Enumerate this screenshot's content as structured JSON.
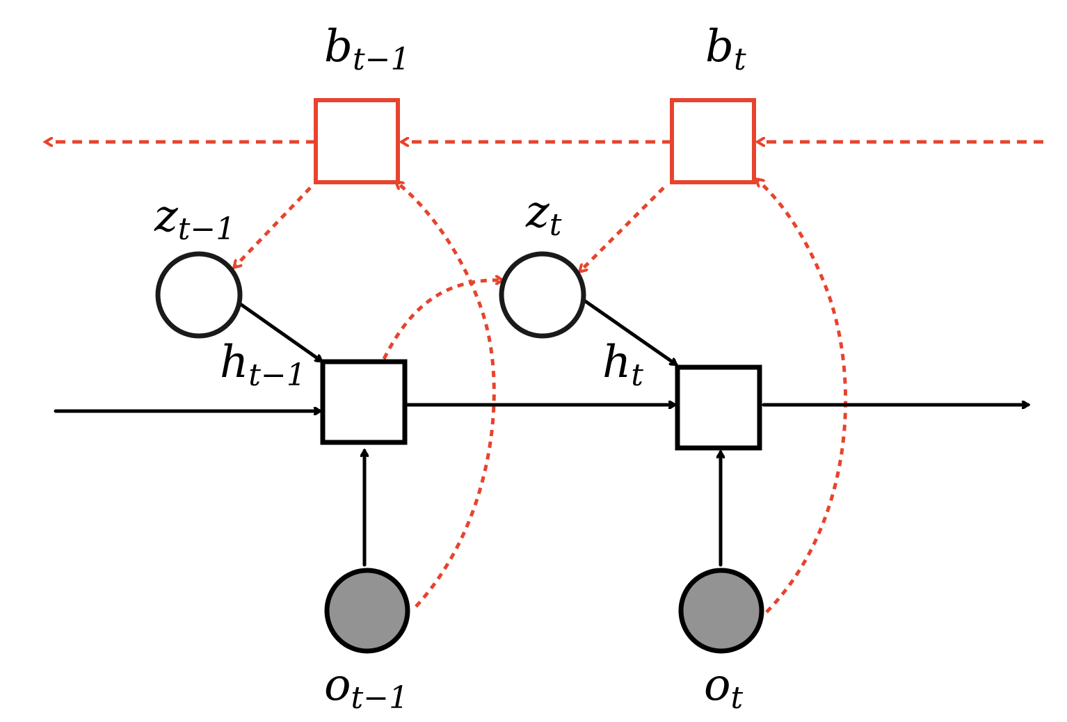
{
  "colors": {
    "ink": "#000000",
    "accent": "#e8432d",
    "observed_fill": "#939393",
    "latent_fill": "#ffffff"
  },
  "labels": {
    "b_prev": {
      "base": "b",
      "sub": "t−1"
    },
    "b_curr": {
      "base": "b",
      "sub": "t"
    },
    "z_prev": {
      "base": "z",
      "sub": "t−1"
    },
    "z_curr": {
      "base": "z",
      "sub": "t"
    },
    "h_prev": {
      "base": "h",
      "sub": "t−1"
    },
    "h_curr": {
      "base": "h",
      "sub": "t"
    },
    "o_prev": {
      "base": "o",
      "sub": "t−1"
    },
    "o_curr": {
      "base": "o",
      "sub": "t"
    }
  },
  "nodes": [
    {
      "id": "b_prev",
      "shape": "square",
      "style": "accent-outline"
    },
    {
      "id": "b_curr",
      "shape": "square",
      "style": "accent-outline"
    },
    {
      "id": "z_prev",
      "shape": "circle",
      "style": "latent"
    },
    {
      "id": "z_curr",
      "shape": "circle",
      "style": "latent"
    },
    {
      "id": "h_prev",
      "shape": "square",
      "style": "deterministic"
    },
    {
      "id": "h_curr",
      "shape": "square",
      "style": "deterministic"
    },
    {
      "id": "o_prev",
      "shape": "circle",
      "style": "observed"
    },
    {
      "id": "o_curr",
      "shape": "circle",
      "style": "observed"
    }
  ],
  "edges": [
    {
      "from": "input",
      "to": "h_prev",
      "style": "solid"
    },
    {
      "from": "h_prev",
      "to": "h_curr",
      "style": "solid"
    },
    {
      "from": "h_curr",
      "to": "output",
      "style": "solid"
    },
    {
      "from": "z_prev",
      "to": "h_prev",
      "style": "solid"
    },
    {
      "from": "z_curr",
      "to": "h_curr",
      "style": "solid"
    },
    {
      "from": "o_prev",
      "to": "h_prev",
      "style": "solid"
    },
    {
      "from": "o_curr",
      "to": "h_curr",
      "style": "solid"
    },
    {
      "from": "future",
      "to": "b_curr",
      "style": "dashed"
    },
    {
      "from": "b_curr",
      "to": "b_prev",
      "style": "dashed"
    },
    {
      "from": "b_prev",
      "to": "past",
      "style": "dashed"
    },
    {
      "from": "b_prev",
      "to": "z_prev",
      "style": "dotted"
    },
    {
      "from": "b_curr",
      "to": "z_curr",
      "style": "dotted"
    },
    {
      "from": "h_prev",
      "to": "z_curr",
      "style": "dotted"
    },
    {
      "from": "o_prev",
      "to": "b_prev",
      "style": "dotted"
    },
    {
      "from": "o_curr",
      "to": "b_curr",
      "style": "dotted"
    }
  ]
}
